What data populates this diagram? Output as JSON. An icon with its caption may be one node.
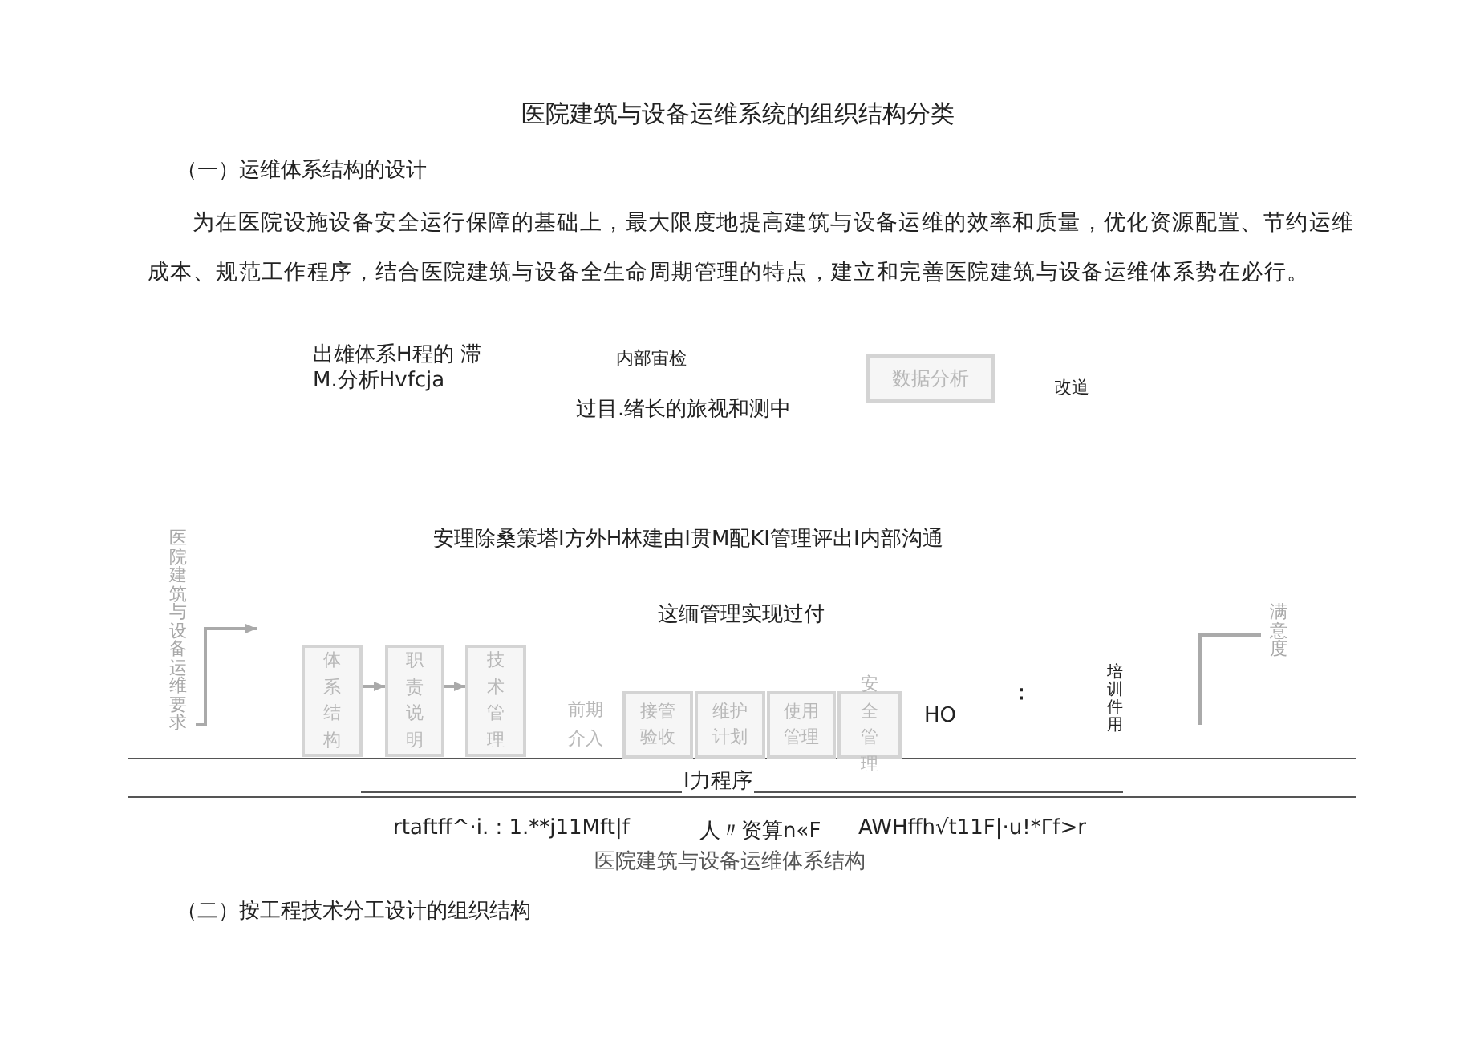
{
  "diagram": {
    "title": "医院建筑与设备运维系统的组织结构分类",
    "caption": "医院建筑与设备运维体系结构",
    "nodes": [
      {
        "text": [
          "数据分析"
        ]
      },
      {
        "text": [
          "医院建筑与设备运维要求"
        ]
      },
      {
        "text": [
          "体系结构"
        ]
      },
      {
        "text": [
          "职责说明"
        ]
      },
      {
        "text": [
          "技术管理"
        ]
      },
      {
        "text": [
          "接管验收"
        ]
      },
      {
        "text": [
          "维护计划"
        ]
      },
      {
        "text": [
          "使用管理"
        ]
      },
      {
        "text": [
          "安全管理"
        ]
      },
      {
        "text": [
          "满意度"
        ]
      }
    ],
    "edges": [
      {
        "from": 1,
        "to": null,
        "arrow": "to"
      },
      {
        "from": 2,
        "to": 3,
        "arrow": "to"
      },
      {
        "from": 3,
        "to": 4,
        "arrow": "to"
      },
      {
        "from": null,
        "to": 9,
        "arrow": "none"
      }
    ],
    "labels": [
      "（一）运维体系结构的设计",
      "为在医院设施设备安全运行保障的基础上，最大限度地提高建筑与设备运维的效率和质量，优化资源配置、节约运维成本、规范工作程序，结合医院建筑与设备全生命周期管理的特点，建立和完善医院建筑与设备运维体系势在必行。",
      "出雄体系H程的 滞M.分析Hvfcja",
      "内部宙检",
      "改道",
      "过目.绪长的旅视和测中",
      "安理除桑策塔I方外H林建由I贯M配KI管理评出I内部沟通",
      "这缅管理实现过付",
      "前期介入",
      "HO",
      "：",
      "培训件用",
      "I力程序",
      "rtaftff^·i. : 1.**j11Mft|f",
      "人〃资算n«F",
      "AWHffh√t11F|·u!*Γf>r",
      "（二）按工程技术分工设计的组织结构"
    ]
  }
}
